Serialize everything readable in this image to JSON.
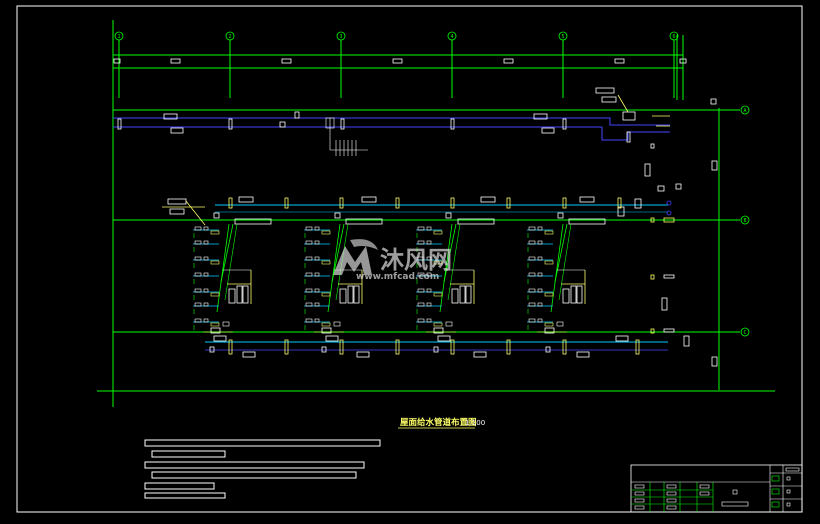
{
  "drawing": {
    "title": "屋面给水管道布置图",
    "scale": "1:100",
    "colors": {
      "background": "#000000",
      "border": "#ffffff",
      "axis": "#00ff00",
      "blue_pipe": "#4444ff",
      "cyan_pipe": "#00ccff",
      "fixtures": "#ffffff",
      "yellow": "#ffff66"
    },
    "axis_labels": {
      "vertical": [
        "1",
        "2",
        "3",
        "4",
        "5",
        "6"
      ],
      "horizontal": [
        "A",
        "B",
        "C"
      ]
    }
  },
  "watermark": {
    "brand": "沐风网",
    "url": "www.mfcad.com"
  }
}
